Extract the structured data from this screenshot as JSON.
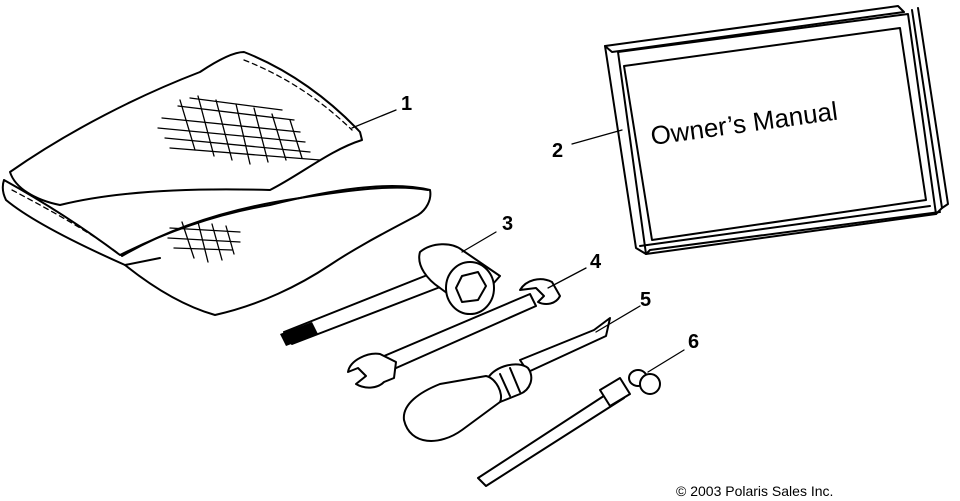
{
  "diagram": {
    "parts": [
      {
        "number": "1"
      },
      {
        "number": "2",
        "label": "Owner’s Manual"
      },
      {
        "number": "3"
      },
      {
        "number": "4"
      },
      {
        "number": "5"
      },
      {
        "number": "6"
      }
    ],
    "copyright": "© 2003 Polaris Sales Inc."
  }
}
